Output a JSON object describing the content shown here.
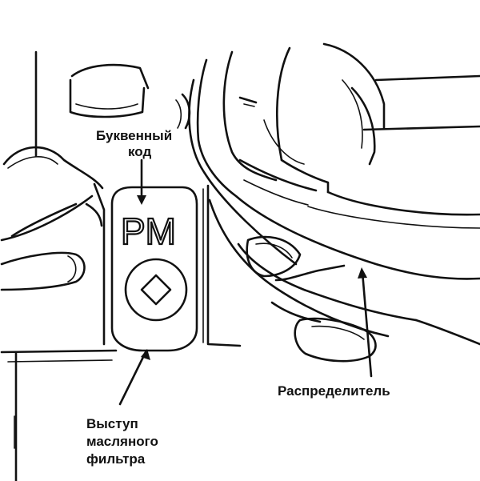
{
  "figure": {
    "background": "#ffffff",
    "ink": "#111111"
  },
  "labels": {
    "letter_code_line1": "Буквенный",
    "letter_code_line2": "код",
    "stamp_code": "PM",
    "distributor": "Распределитель",
    "oil_filter_line1": "Выступ",
    "oil_filter_line2": "масляного",
    "oil_filter_line3": "фильтра"
  }
}
